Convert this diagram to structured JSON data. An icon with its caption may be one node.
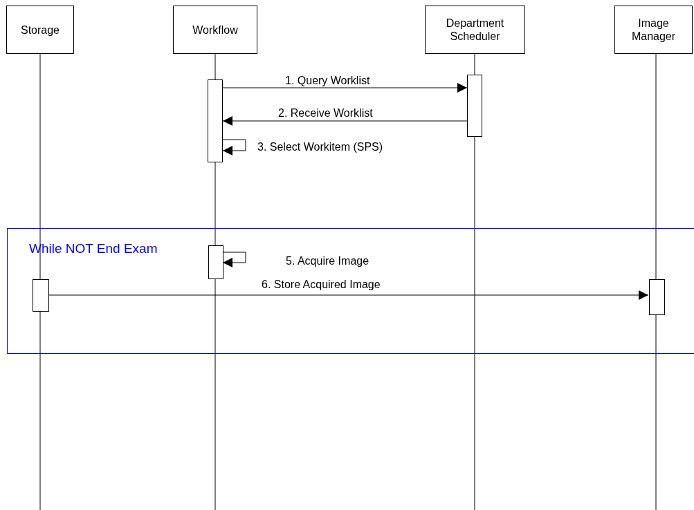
{
  "diagram": {
    "nodes": [
      {
        "text": [
          "Storage"
        ]
      },
      {
        "text": [
          "Workflow"
        ]
      },
      {
        "text": [
          "Department Scheduler"
        ]
      },
      {
        "text": [
          "Image Manager"
        ]
      },
      {
        "text": [],
        "shape": "bar"
      },
      {
        "text": [],
        "shape": "bar"
      },
      {
        "text": [
          "While NOT End Exam"
        ]
      },
      {
        "text": [],
        "shape": "bar",
        "in": 6
      },
      {
        "text": [],
        "shape": "bar",
        "in": 6
      },
      {
        "text": [],
        "shape": "bar",
        "in": 6
      }
    ],
    "edges": [
      {
        "from": 4,
        "to": 5,
        "arrow": "to",
        "label": "1. Query Worklist"
      },
      {
        "from": 5,
        "to": 4,
        "arrow": "to",
        "label": "2. Receive Worklist"
      },
      {
        "from": 4,
        "to": 4,
        "arrow": "to",
        "label": "3. Select Workitem (SPS)"
      },
      {
        "from": 7,
        "to": 7,
        "arrow": "to",
        "label": "5. Acquire Image"
      },
      {
        "from": 8,
        "to": 9,
        "arrow": "to",
        "label": "6. Store Acquired Image"
      }
    ]
  }
}
